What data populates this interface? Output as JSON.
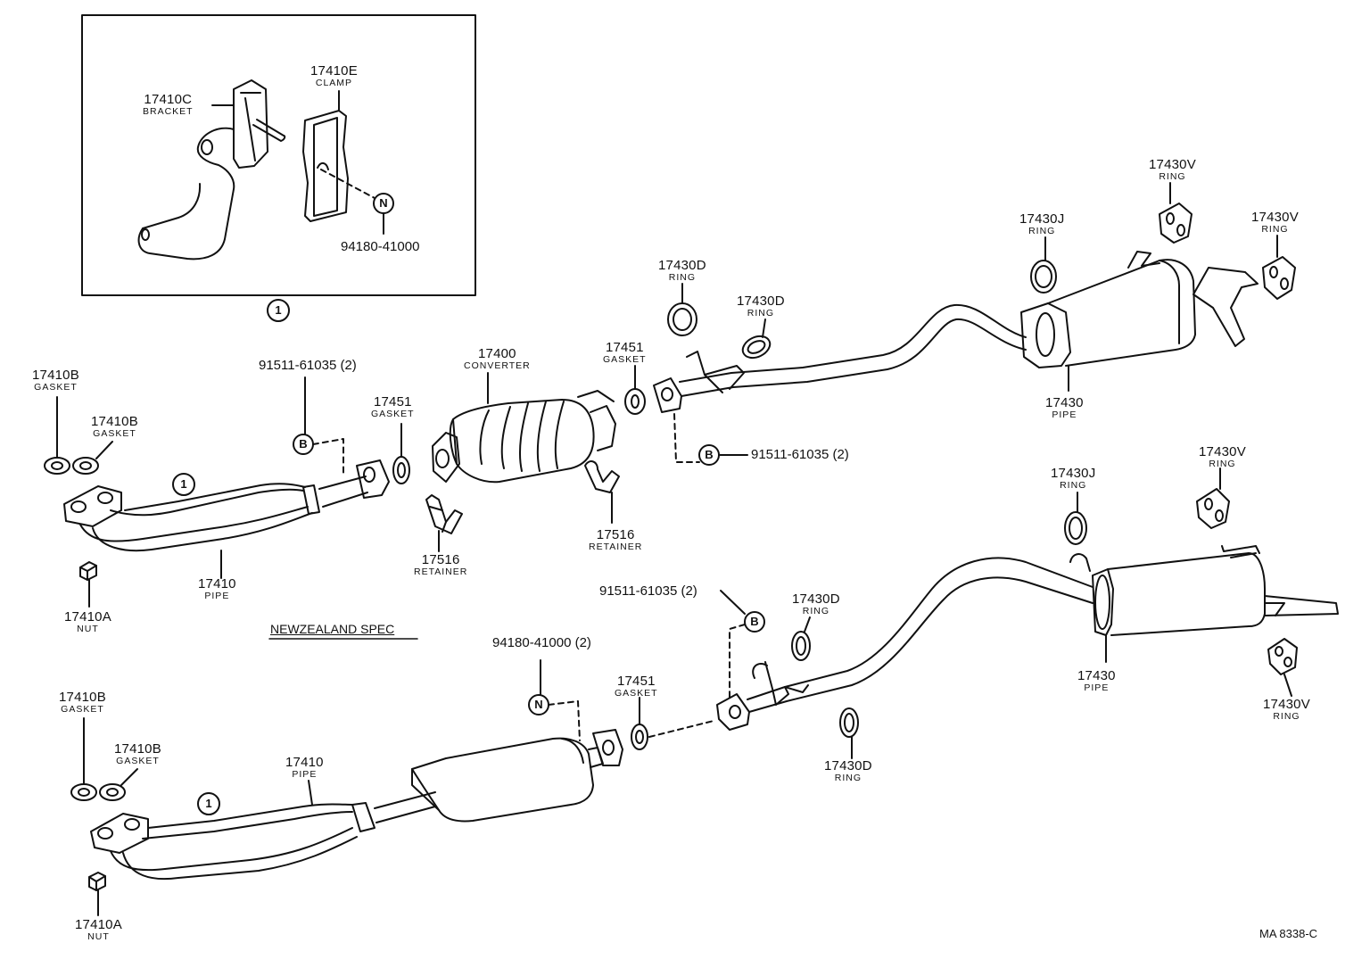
{
  "inset": {
    "bracket": {
      "num": "17410C",
      "sub": "BRACKET"
    },
    "clamp": {
      "num": "17410E",
      "sub": "CLAMP"
    },
    "nut_part": "94180-41000",
    "n_badge": "N",
    "ref": "1"
  },
  "upper": {
    "gasket_a": {
      "num": "17410B",
      "sub": "GASKET"
    },
    "gasket_b": {
      "num": "17410B",
      "sub": "GASKET"
    },
    "pipe_ref": "1",
    "pipe": {
      "num": "17410",
      "sub": "PIPE"
    },
    "nut": {
      "num": "17410A",
      "sub": "NUT"
    },
    "bolt_front": "91511-61035 (2)",
    "b_badge": "B",
    "gasket_mid": {
      "num": "17451",
      "sub": "GASKET"
    },
    "retainer_a": {
      "num": "17516",
      "sub": "RETAINER"
    },
    "converter": {
      "num": "17400",
      "sub": "CONVERTER"
    },
    "retainer_b": {
      "num": "17516",
      "sub": "RETAINER"
    },
    "gasket_rear": {
      "num": "17451",
      "sub": "GASKET"
    },
    "ring_d1": {
      "num": "17430D",
      "sub": "RING"
    },
    "ring_d2": {
      "num": "17430D",
      "sub": "RING"
    },
    "bolt_rear": "91511-61035 (2)",
    "ring_j": {
      "num": "17430J",
      "sub": "RING"
    },
    "ring_v1": {
      "num": "17430V",
      "sub": "RING"
    },
    "ring_v2": {
      "num": "17430V",
      "sub": "RING"
    },
    "tail_pipe": {
      "num": "17430",
      "sub": "PIPE"
    }
  },
  "nz_spec": "NEWZEALAND SPEC",
  "lower": {
    "gasket_a": {
      "num": "17410B",
      "sub": "GASKET"
    },
    "gasket_b": {
      "num": "17410B",
      "sub": "GASKET"
    },
    "pipe_ref": "1",
    "pipe": {
      "num": "17410",
      "sub": "PIPE"
    },
    "nut": {
      "num": "17410A",
      "sub": "NUT"
    },
    "nut_part": "94180-41000 (2)",
    "n_badge": "N",
    "gasket_mid": {
      "num": "17451",
      "sub": "GASKET"
    },
    "bolt": "91511-61035 (2)",
    "b_badge": "B",
    "ring_d1": {
      "num": "17430D",
      "sub": "RING"
    },
    "ring_d2": {
      "num": "17430D",
      "sub": "RING"
    },
    "ring_j": {
      "num": "17430J",
      "sub": "RING"
    },
    "ring_v1": {
      "num": "17430V",
      "sub": "RING"
    },
    "ring_v2": {
      "num": "17430V",
      "sub": "RING"
    },
    "tail_pipe": {
      "num": "17430",
      "sub": "PIPE"
    }
  },
  "drawing_code": "MA 8338-C"
}
